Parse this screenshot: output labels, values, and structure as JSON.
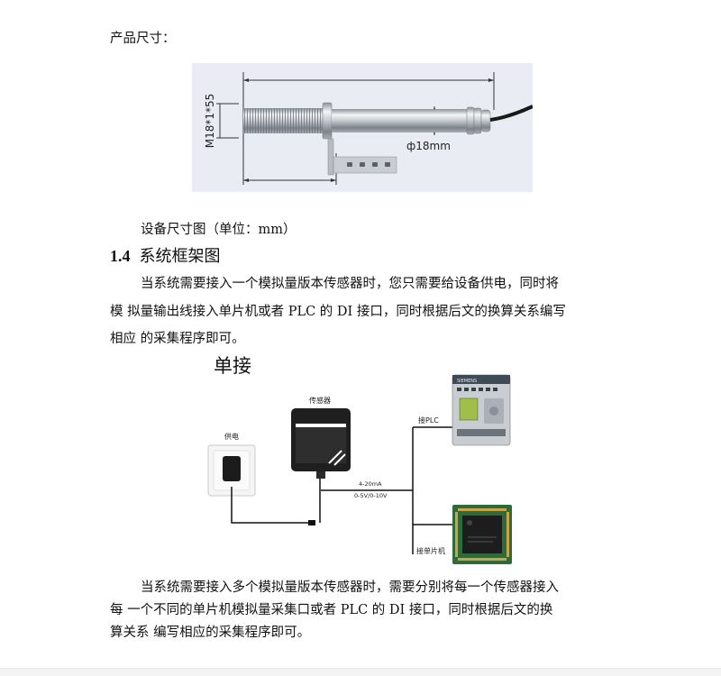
{
  "section_dimensions": {
    "label": "产品尺寸：",
    "figure": {
      "thread_label": "M18*1*55",
      "diameter_label": "ф18mm"
    },
    "caption": "设备尺寸图（单位：mm）"
  },
  "section_heading": {
    "number": "1.4",
    "title": "系统框架图"
  },
  "paragraph1": {
    "line1": "当系统需要接入一个模拟量版本传感器时，您只需要给设备供电，同时将",
    "line2": "模  拟量输出线接入单片机或者 PLC  的 DI  接口，同时根据后文的换算关系编写",
    "line3": "相应  的采集程序即可。"
  },
  "diagram": {
    "title": "单接",
    "power_label": "供电",
    "sensor_label": "传感器",
    "signal_line1": "4-20mA",
    "signal_line2": "0-5V/0-10V",
    "plc_label": "接PLC",
    "mcu_label": "接单片机",
    "plc_brand": "SIEMENS"
  },
  "paragraph2": {
    "line1": "当系统需要接入多个模拟量版本传感器时，需要分别将每一个传感器接入",
    "line2": "每  一个不同的单片机模拟量采集口或者 PLC  的 DI  接口，同时根据后文的换",
    "line3": "算关系  编写相应的采集程序即可。"
  }
}
